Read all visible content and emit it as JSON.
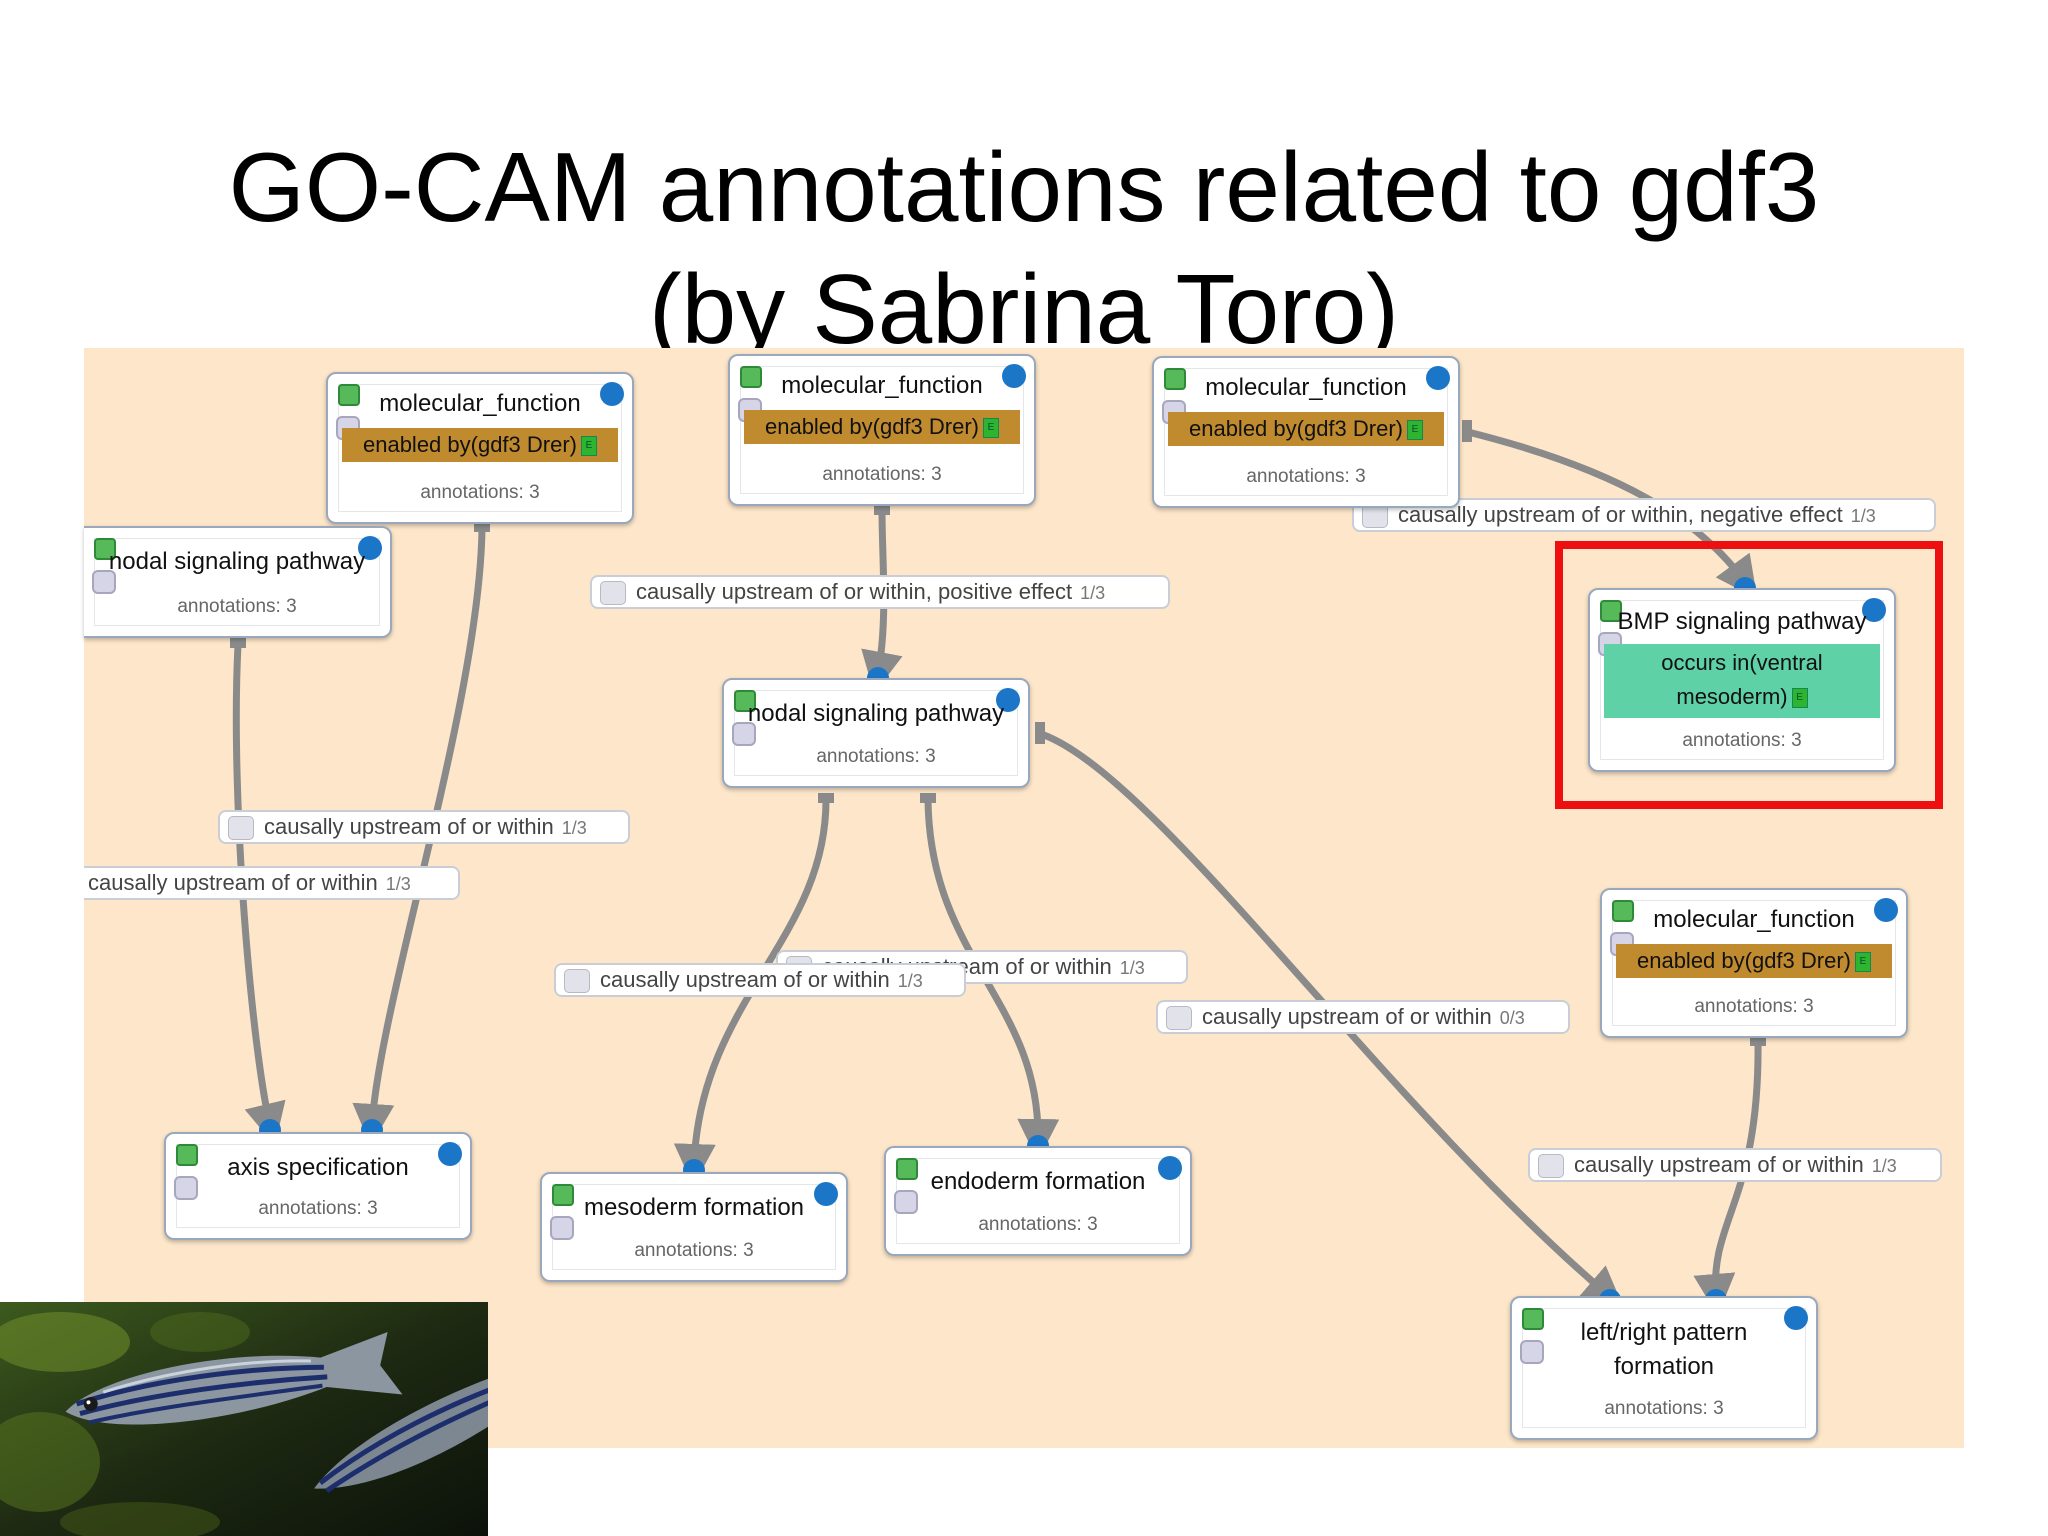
{
  "slide": {
    "title_line1": "GO-CAM annotations related to gdf3",
    "title_line2": "(by Sabrina Toro)"
  },
  "nodes": {
    "mf1": {
      "title": "molecular_function",
      "band": "enabled by(gdf3 Drer)",
      "annotations": "annotations: 3"
    },
    "mf2": {
      "title": "molecular_function",
      "band": "enabled by(gdf3 Drer)",
      "annotations": "annotations: 3"
    },
    "mf3": {
      "title": "molecular_function",
      "band": "enabled by(gdf3 Drer)",
      "annotations": "annotations: 3"
    },
    "mf4": {
      "title": "molecular_function",
      "band": "enabled by(gdf3 Drer)",
      "annotations": "annotations: 3"
    },
    "nodal1": {
      "title": "nodal signaling pathway",
      "annotations": "annotations: 3"
    },
    "nodal2": {
      "title": "nodal signaling pathway",
      "annotations": "annotations: 3"
    },
    "bmp": {
      "title": "BMP signaling pathway",
      "band": "occurs in(ventral mesoderm)",
      "annotations": "annotations: 3"
    },
    "axis": {
      "title": "axis specification",
      "annotations": "annotations: 3"
    },
    "mesoderm": {
      "title": "mesoderm formation",
      "annotations": "annotations: 3"
    },
    "endoderm": {
      "title": "endoderm formation",
      "annotations": "annotations: 3"
    },
    "leftright": {
      "title": "left/right pattern formation",
      "annotations": "annotations: 3"
    }
  },
  "edge_labels": {
    "neg": {
      "text": "causally upstream of or within, negative effect",
      "frac": "1/3"
    },
    "pos": {
      "text": "causally upstream of or within, positive effect",
      "frac": "1/3"
    },
    "cu1": {
      "text": "causally upstream of or within",
      "frac": "1/3"
    },
    "cu2": {
      "text": "causally upstream of or within",
      "frac": "1/3"
    },
    "cu3": {
      "text": "causally upstream of or within",
      "frac": "1/3"
    },
    "cu4": {
      "text": "causally upstream of or within",
      "frac": "1/3"
    },
    "cu5": {
      "text": "causally upstream of or within",
      "frac": "0/3"
    },
    "cu6": {
      "text": "causally upstream of or within",
      "frac": "1/3"
    }
  },
  "evidence_icon": "E",
  "colors": {
    "canvas": "#fde6c9",
    "enabled_by_band": "#c08a2e",
    "occurs_in_band": "#5ed1a6",
    "highlight": "#ee1010",
    "edge": "#8a8a8a"
  }
}
